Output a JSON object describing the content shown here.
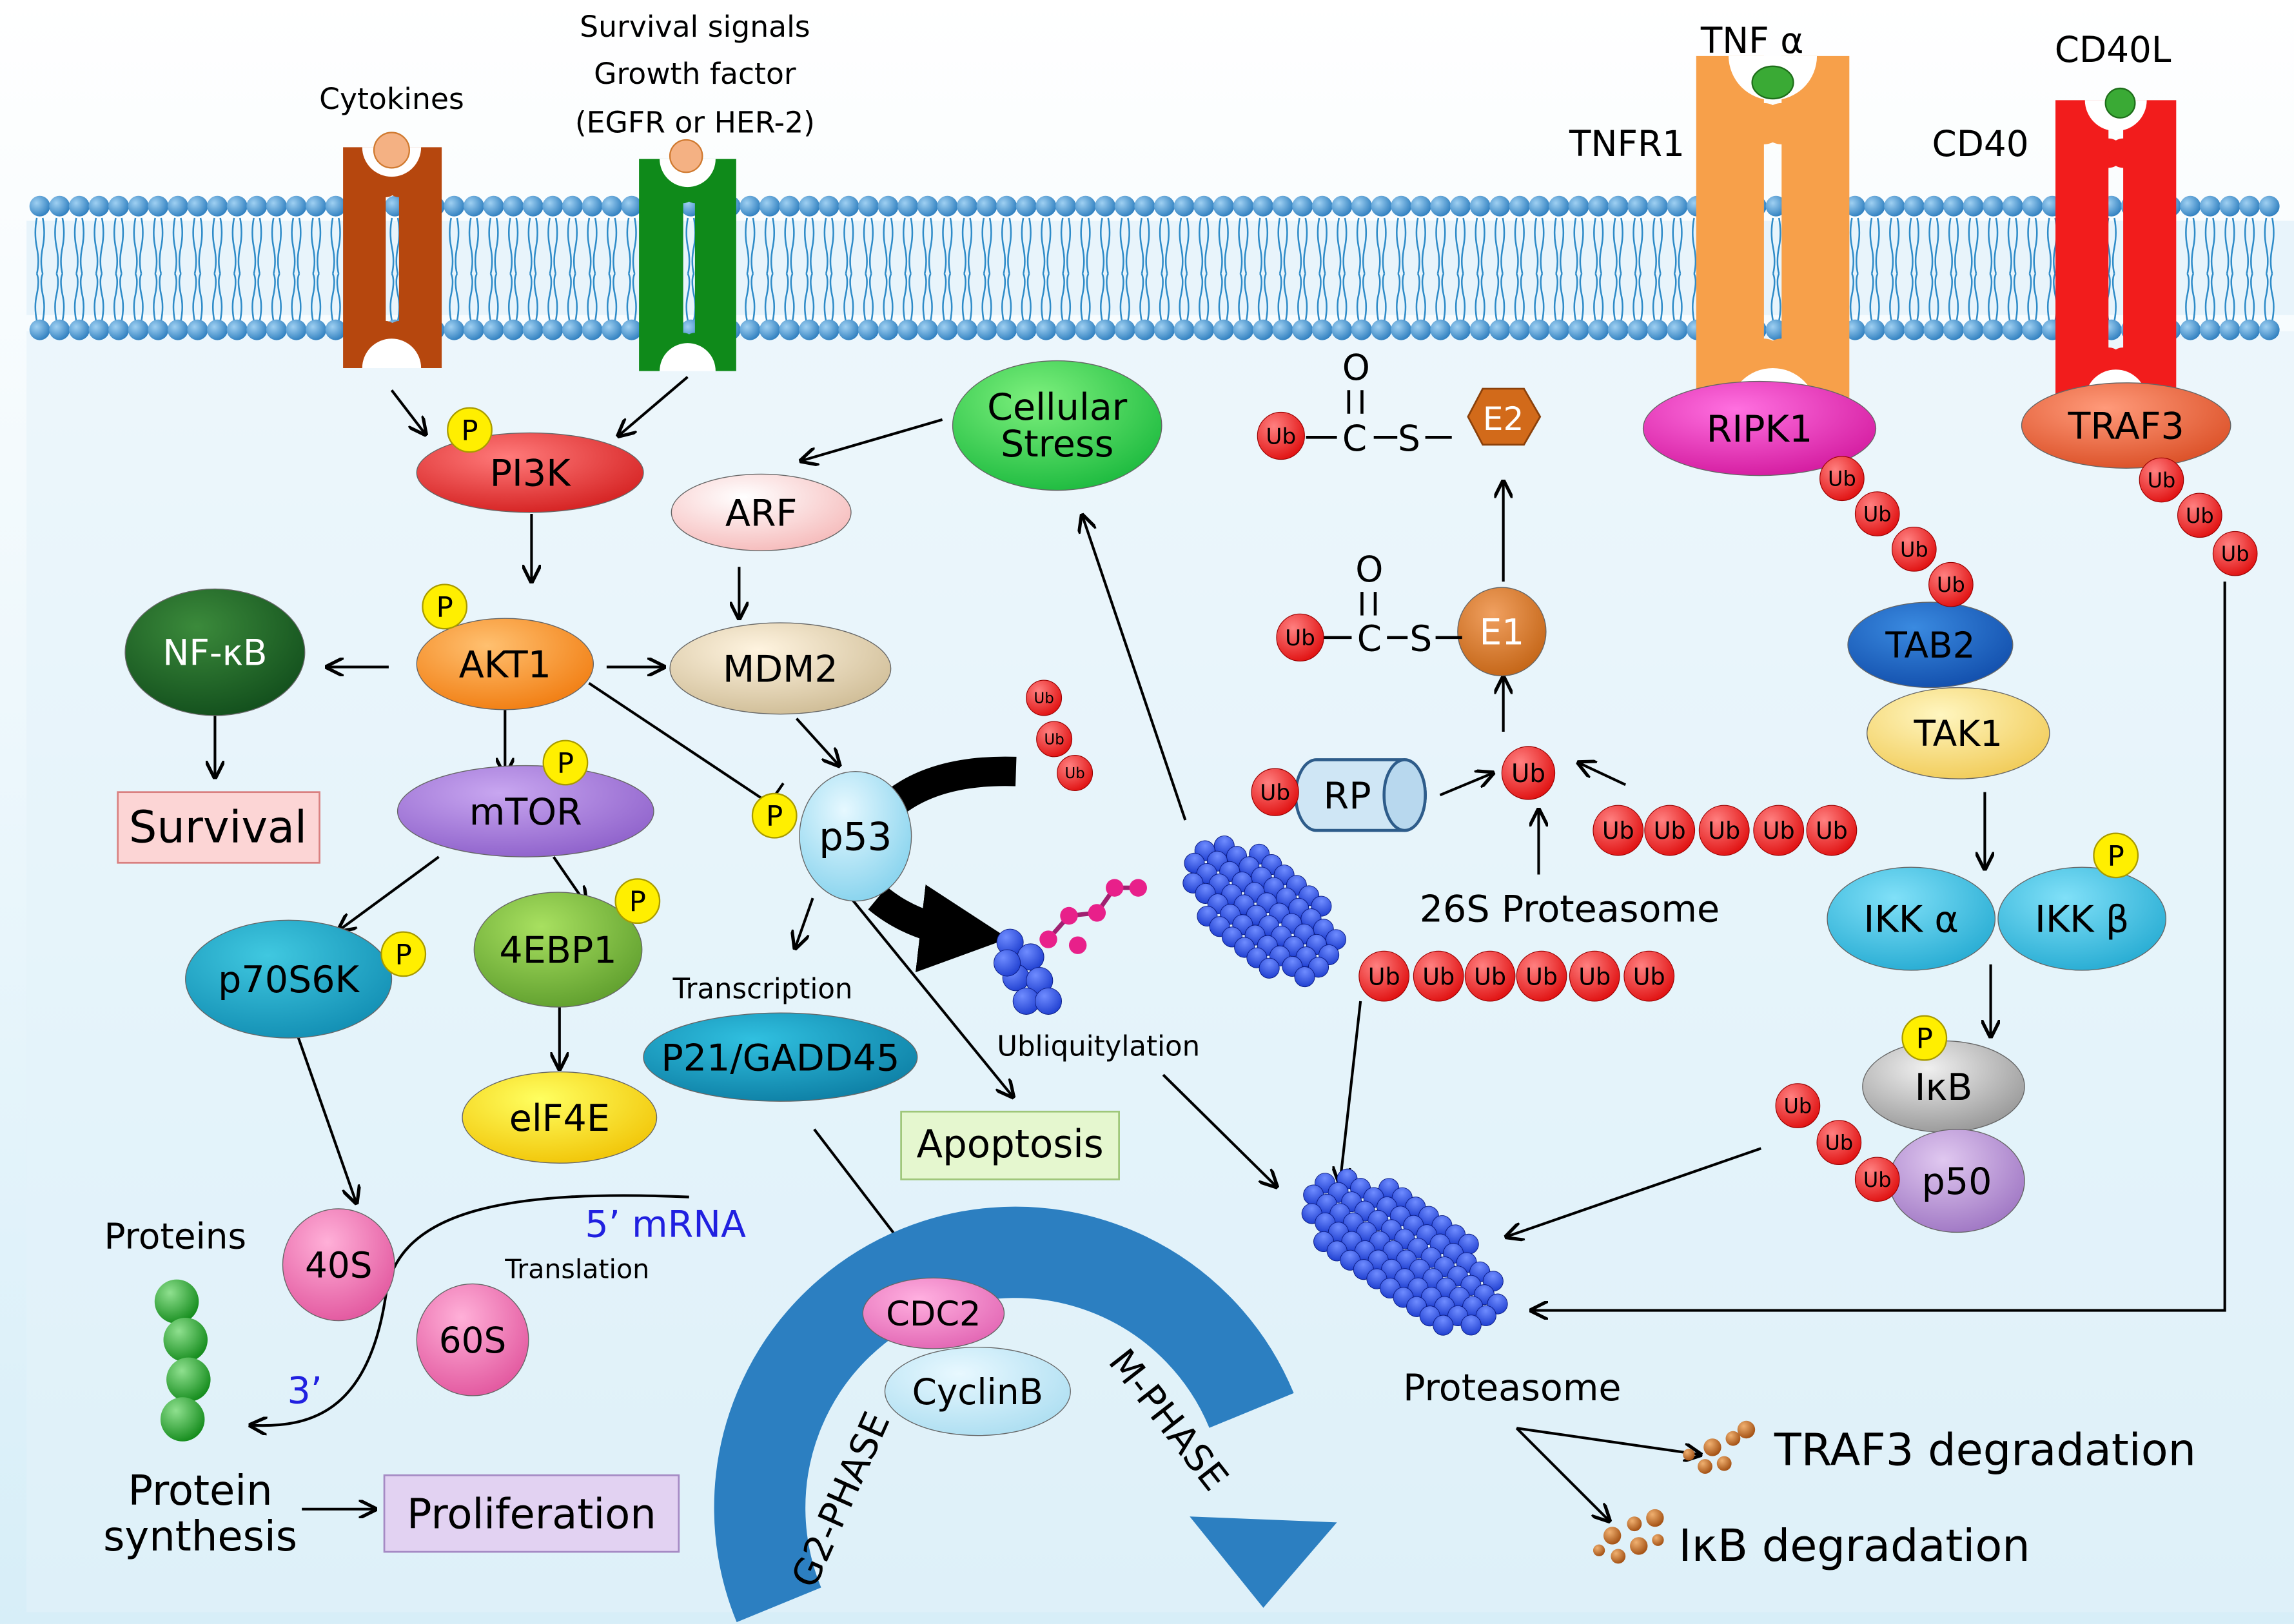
{
  "colors": {
    "bg_top": "#ffffff",
    "bg_bottom": "#d7eef8",
    "membrane_head": "#2f7fbf",
    "membrane_head_highlight": "#9fd0f2",
    "membrane_tail": "#2e8bc8",
    "cytokine_receptor": "#b6470e",
    "egfr_receptor": "#0f8a1a",
    "tnfr1_receptor": "#f7a04a",
    "cd40_receptor": "#f21c1c",
    "ligand_orange": "#f4b183",
    "ligand_green": "#3aaa35",
    "ub_red": "#e01010",
    "proteasome_blue": "#1f3fd0",
    "phospho_yellow": "#ffef00",
    "arrow": "#000000",
    "cycle_arrow": "#2c7fc1",
    "text_blue": "#2020e0"
  },
  "membrane_labels": {
    "cytokines": "Cytokines",
    "survival_line1": "Survival  signals",
    "survival_line2": "Growth factor",
    "survival_line3": "(EGFR or HER-2)",
    "tnf": "TNF α",
    "tnfr1": "TNFR1",
    "cd40l": "CD40L",
    "cd40": "CD40"
  },
  "nodes": {
    "pi3k": "PI3K",
    "akt1": "AKT1",
    "nfkb": "NF-κB",
    "survival": "Survival",
    "mtor": "mTOR",
    "p70s6k": "p70S6K",
    "ebp1": "4EBP1",
    "eif4e": "elF4E",
    "arf": "ARF",
    "mdm2": "MDM2",
    "cellular_stress_line1": "Cellular",
    "cellular_stress_line2": "Stress",
    "p53": "p53",
    "p21": "P21/GADD45",
    "transcription": "Transcription",
    "apoptosis": "Apoptosis",
    "ubiquitylation": "Ubliquitylation",
    "cdc2": "CDC2",
    "cyclinb": "CyclinB",
    "g2_phase": "G2-PHASE",
    "m_phase": "M-PHASE",
    "proteins": "Proteins",
    "s40": "40S",
    "s60": "60S",
    "mrna": "5’  mRNA",
    "translation": "Translation",
    "three_prime": "3’",
    "protein_synthesis_line1": "Protein",
    "protein_synthesis_line2": "synthesis",
    "proliferation": "Proliferation",
    "e1": "E1",
    "e2": "E2",
    "rp": "RP",
    "carbonyl_o": "O",
    "carbon": "C",
    "sulfur": "S",
    "proteasome_26s": "26S Proteasome",
    "ripk1": "RIPK1",
    "traf3": "TRAF3",
    "tab2": "TAB2",
    "tak1": "TAK1",
    "ikk_alpha": "IKK α",
    "ikk_beta": "IKK β",
    "ikb": "IκB",
    "p50": "p50",
    "proteasome": "Proteasome",
    "traf3_degradation": "TRAF3 degradation",
    "ikb_degradation": "IκB degradation",
    "ub": "Ub",
    "phospho": "P"
  }
}
